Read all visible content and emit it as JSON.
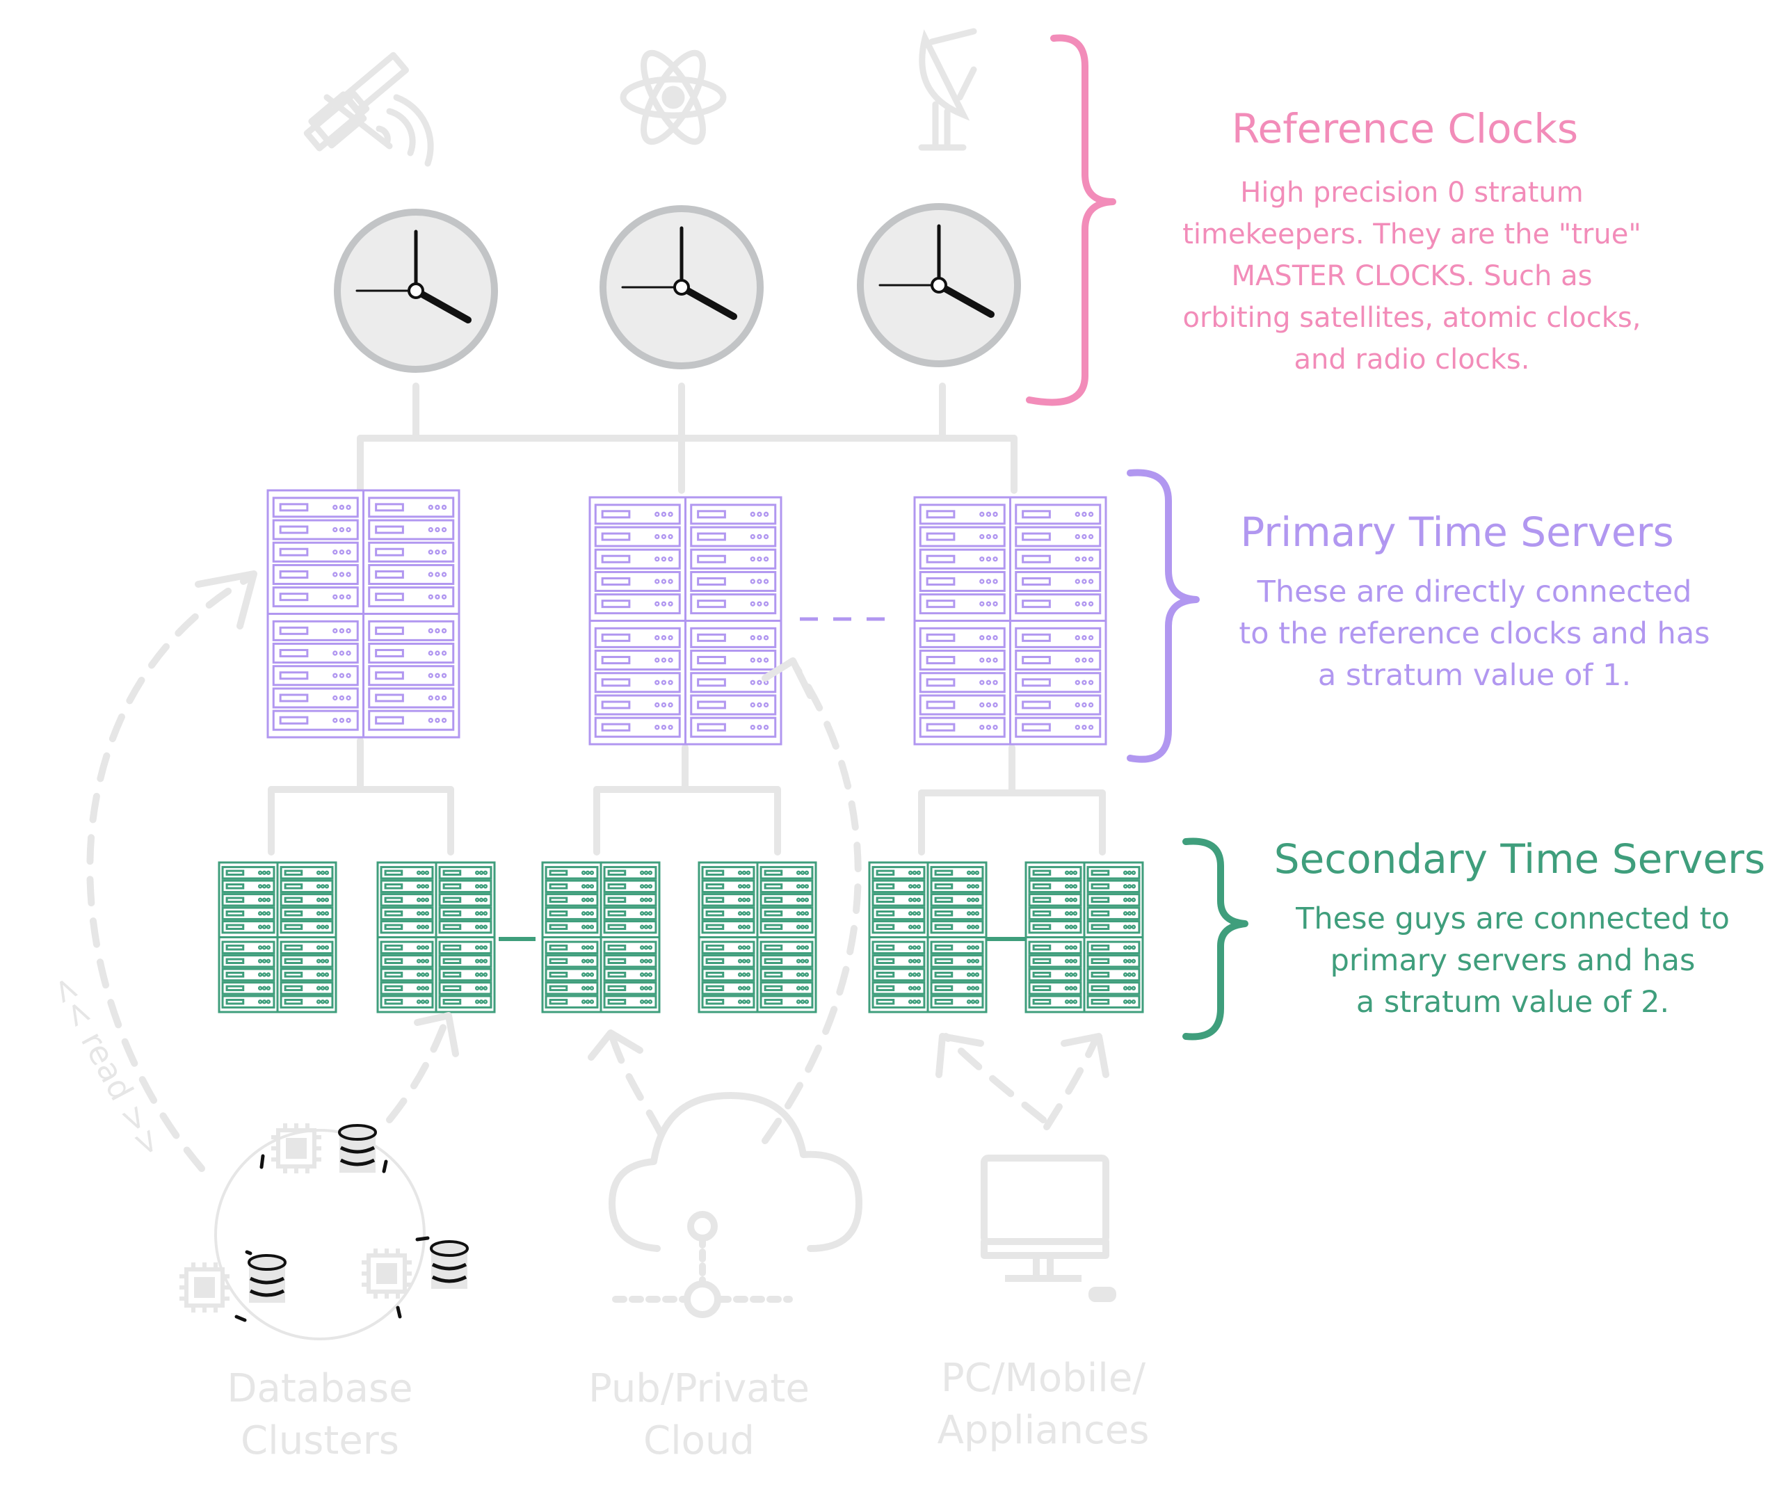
{
  "colors": {
    "pink": "#f28cb9",
    "purple": "#b197f0",
    "green": "#3f9e7c",
    "gray": "#e6e6e6",
    "clock_rim": "#c2c4c6",
    "clock_face": "#ececec",
    "ink": "#111111"
  },
  "reference": {
    "title": "Reference Clocks",
    "lines": [
      "High precision 0 stratum",
      "timekeepers. They are the \"true\"",
      "MASTER CLOCKS. Such as",
      "orbiting satellites, atomic clocks,",
      "and radio clocks."
    ],
    "icons": [
      "satellite-icon",
      "atom-icon",
      "radio-antenna-icon"
    ]
  },
  "primary": {
    "title": "Primary Time Servers",
    "lines": [
      "These are directly connected",
      "to the reference clocks and has",
      "a stratum value of 1."
    ]
  },
  "secondary": {
    "title": "Secondary Time Servers",
    "lines": [
      "These guys are connected to",
      "primary servers and has",
      "a stratum value of 2."
    ]
  },
  "clients": {
    "database": [
      "Database",
      "Clusters"
    ],
    "cloud": [
      "Pub/Private",
      "Cloud"
    ],
    "devices": [
      "PC/Mobile/",
      "Appliances"
    ],
    "read_label": "<< read >>"
  }
}
